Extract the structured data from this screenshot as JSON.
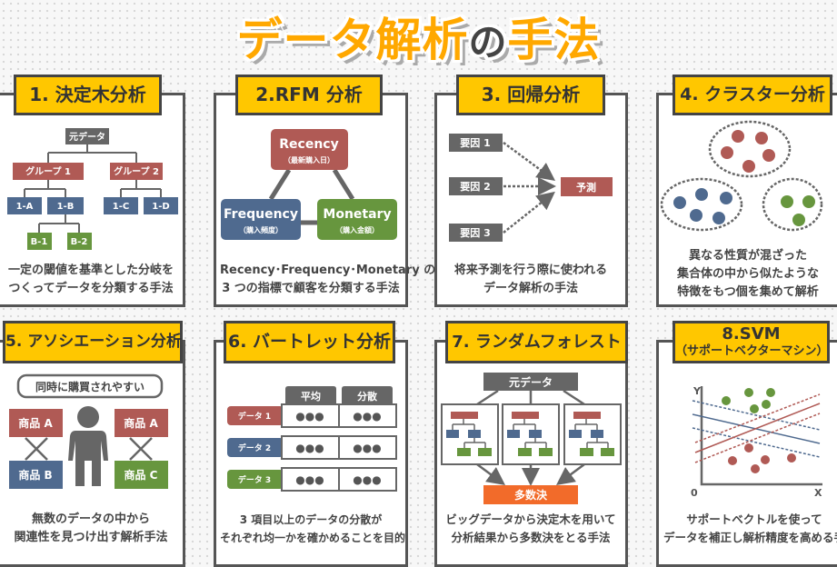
{
  "title": {
    "part1": "データ解析",
    "part2": "の",
    "part3": "手法"
  },
  "colors": {
    "yellow": "#ffc700",
    "red": "#b05a55",
    "blue": "#4f6a8f",
    "green": "#67963e",
    "gray": "#666666",
    "orange": "#f26b2a",
    "title": "#ffa800"
  },
  "panels": [
    {
      "title": "1. 決定木分析",
      "desc": [
        "一定の閾値を基準とした分岐を",
        "つくってデータを分類する手法"
      ],
      "tree": {
        "root": "元データ",
        "groups": [
          "グループ 1",
          "グループ 2"
        ],
        "leaves": [
          "1-A",
          "1-B",
          "1-C",
          "1-D"
        ],
        "sub": [
          "B-1",
          "B-2"
        ]
      }
    },
    {
      "title": "2.RFM 分析",
      "desc": [
        "Recency･Frequency･Monetary の",
        "3 つの指標で顧客を分類する手法"
      ],
      "nodes": [
        {
          "name": "Recency",
          "sub": "（最新購入日）"
        },
        {
          "name": "Frequency",
          "sub": "（購入頻度）"
        },
        {
          "name": "Monetary",
          "sub": "（購入金額）"
        }
      ]
    },
    {
      "title": "3. 回帰分析",
      "desc": [
        "将来予測を行う際に使われる",
        "データ解析の手法"
      ],
      "factors": [
        "要因 1",
        "要因 2",
        "要因 3"
      ],
      "result": "予測"
    },
    {
      "title": "4. クラスター分析",
      "desc": [
        "異なる性質が混ざった",
        "集合体の中から似たような",
        "特徴をもつ個を集めて解析"
      ]
    },
    {
      "title": "5. アソシエーション分析",
      "desc": [
        "無数のデータの中から",
        "関連性を見つけ出す解析手法"
      ],
      "bubble": "同時に購買されやすい",
      "items": [
        "商品 A",
        "商品 B",
        "商品 A",
        "商品 C"
      ]
    },
    {
      "title": "6. バートレット分析",
      "desc": [
        "3 項目以上のデータの分散が",
        "それぞれ均一かを確かめることを目的"
      ],
      "headers": [
        "平均",
        "分散"
      ],
      "rows": [
        "データ 1",
        "データ 2",
        "データ 3"
      ],
      "cell": "●●●"
    },
    {
      "title": "7. ランダムフォレスト",
      "desc": [
        "ビッグデータから決定木を用いて",
        "分析結果から多数決をとる手法"
      ],
      "root": "元データ",
      "vote": "多数決"
    },
    {
      "title": "8.SVM",
      "subtitle": "（サポートベクターマシン）",
      "desc": [
        "サポートベクトルを使って",
        "データを補正し解析精度を高める手法"
      ],
      "axes": {
        "y": "Y",
        "x": "X",
        "origin": "0"
      }
    }
  ]
}
